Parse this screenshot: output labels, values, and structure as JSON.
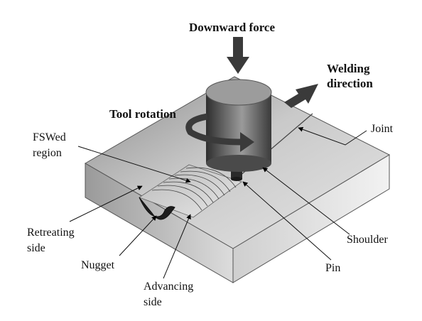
{
  "diagram": {
    "labels": {
      "downward_force": "Downward force",
      "welding_direction_line1": "Welding",
      "welding_direction_line2": "direction",
      "tool_rotation": "Tool rotation",
      "fswed_region_line1": "FSWed",
      "fswed_region_line2": "region",
      "joint": "Joint",
      "retreating_side_line1": "Retreating",
      "retreating_side_line2": "side",
      "nugget": "Nugget",
      "advancing_side_line1": "Advancing",
      "advancing_side_line2": "side",
      "shoulder": "Shoulder",
      "pin": "Pin"
    }
  }
}
